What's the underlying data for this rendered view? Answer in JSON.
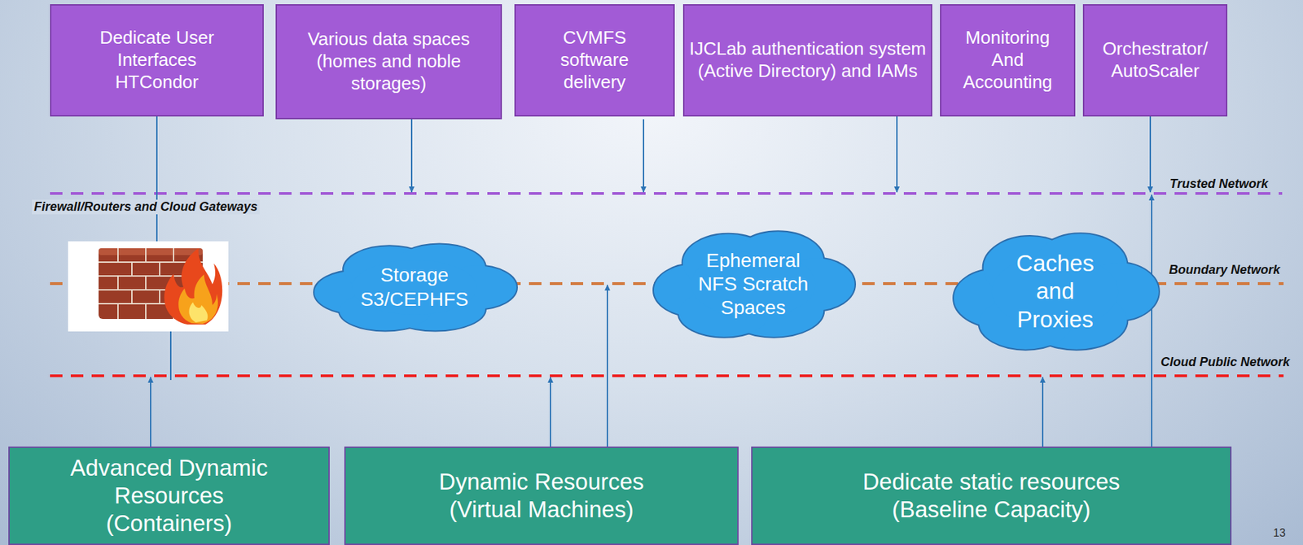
{
  "diagram": {
    "nodes": [
      {
        "text": [
          "Dedicate User Interfaces HTCondor"
        ]
      },
      {
        "text": [
          "Various data spaces (homes and noble storages)"
        ]
      },
      {
        "text": [
          "CVMFS software delivery"
        ]
      },
      {
        "text": [
          "IJCLab authentication system (Active Directory) and IAMs"
        ]
      },
      {
        "text": [
          "Monitoring And Accounting"
        ]
      },
      {
        "text": [
          "Orchestrator/ AutoScaler"
        ]
      },
      {
        "text": [
          "Storage S3/CEPHFS"
        ]
      },
      {
        "text": [
          "Ephemeral NFS Scratch Spaces"
        ]
      },
      {
        "text": [
          "Caches and Proxies"
        ]
      },
      {
        "text": [
          "Advanced Dynamic Resources (Containers)"
        ]
      },
      {
        "text": [
          "Dynamic Resources (Virtual Machines)"
        ]
      },
      {
        "text": [
          "Dedicate static resources (Baseline Capacity)"
        ]
      }
    ],
    "labels": [
      "Trusted Network",
      "Firewall/Routers and Cloud Gateways",
      "Boundary Network",
      "Cloud Public Network",
      "13"
    ]
  }
}
